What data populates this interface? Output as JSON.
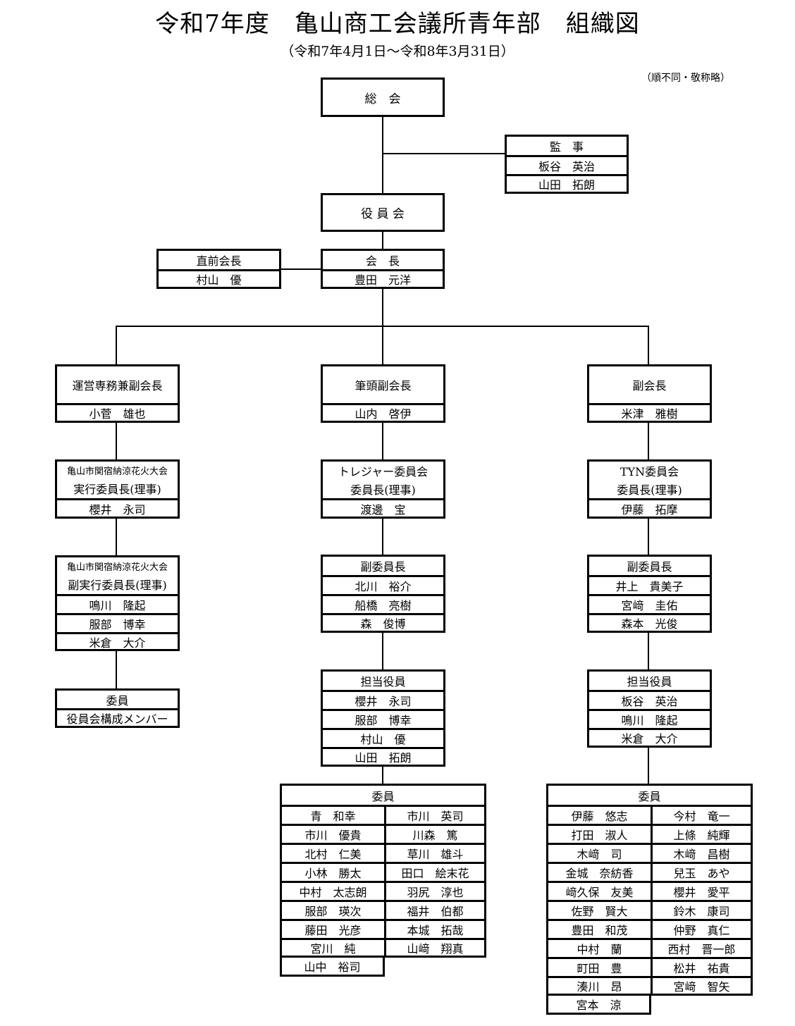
{
  "title": "令和7年度　亀山商工会議所青年部　組織図",
  "subtitle": "（令和7年4月1日～令和8年3月31日）",
  "note": "（順不同・敬称略）",
  "general_meeting": "総　会",
  "auditors": {
    "title": "監　事",
    "members": [
      "板谷　英治",
      "山田　拓朗"
    ]
  },
  "board": "役 員 会",
  "president": {
    "title": "会　長",
    "name": "豊田　元洋"
  },
  "past_president": {
    "title": "直前会長",
    "name": "村山　優"
  },
  "left": {
    "vp": {
      "title": "運営専務兼副会長",
      "name": "小菅　雄也"
    },
    "committee": {
      "line1": "亀山市関宿納涼花火大会",
      "line2": "実行委員長(理事)",
      "name": "櫻井　永司"
    },
    "vice": {
      "line1": "亀山市関宿納涼花火大会",
      "line2": "副実行委員長(理事)",
      "members": [
        "鳴川　隆起",
        "服部　博幸",
        "米倉　大介"
      ]
    },
    "members": {
      "title": "委員",
      "value": "役員会構成メンバー"
    }
  },
  "center": {
    "vp": {
      "title": "筆頭副会長",
      "name": "山内　啓伊"
    },
    "committee": {
      "line1": "トレジャー委員会",
      "line2": "委員長(理事)",
      "name": "渡邊　宝"
    },
    "vice": {
      "title": "副委員長",
      "members": [
        "北川　裕介",
        "船橋　亮樹",
        "森　俊博"
      ]
    },
    "officers": {
      "title": "担当役員",
      "members": [
        "櫻井　永司",
        "服部　博幸",
        "村山　優",
        "山田　拓朗"
      ]
    },
    "members": {
      "title": "委員",
      "list": [
        "青　和幸",
        "市川　英司",
        "市川　優貴",
        "川森　篤",
        "北村　仁美",
        "草川　雄斗",
        "小林　勝太",
        "田口　絵末花",
        "中村　太志朗",
        "羽尻　淳也",
        "服部　瑛次",
        "福井　伯都",
        "藤田　光彦",
        "本城　拓哉",
        "宮川　純",
        "山﨑　翔真",
        "山中　裕司"
      ]
    }
  },
  "right": {
    "vp": {
      "title": "副会長",
      "name": "米津　雅樹"
    },
    "committee": {
      "line1": "TYN委員会",
      "line2": "委員長(理事)",
      "name": "伊藤　拓摩"
    },
    "vice": {
      "title": "副委員長",
      "members": [
        "井上　貴美子",
        "宮﨑　圭佑",
        "森本　光俊"
      ]
    },
    "officers": {
      "title": "担当役員",
      "members": [
        "板谷　英治",
        "鳴川　隆起",
        "米倉　大介"
      ]
    },
    "members": {
      "title": "委員",
      "list": [
        "伊藤　悠志",
        "今村　竜一",
        "打田　淑人",
        "上條　純輝",
        "木﨑　司",
        "木﨑　昌樹",
        "金城　奈紡香",
        "兒玉　あや",
        "﨑久保　友美",
        "櫻井　愛平",
        "佐野　賢大",
        "鈴木　康司",
        "豊田　和茂",
        "仲野　真仁",
        "中村　蘭",
        "西村　晋一郎",
        "町田　豊",
        "松井　祐貴",
        "湊川　昂",
        "宮﨑　智矢",
        "宮本　涼"
      ]
    }
  }
}
